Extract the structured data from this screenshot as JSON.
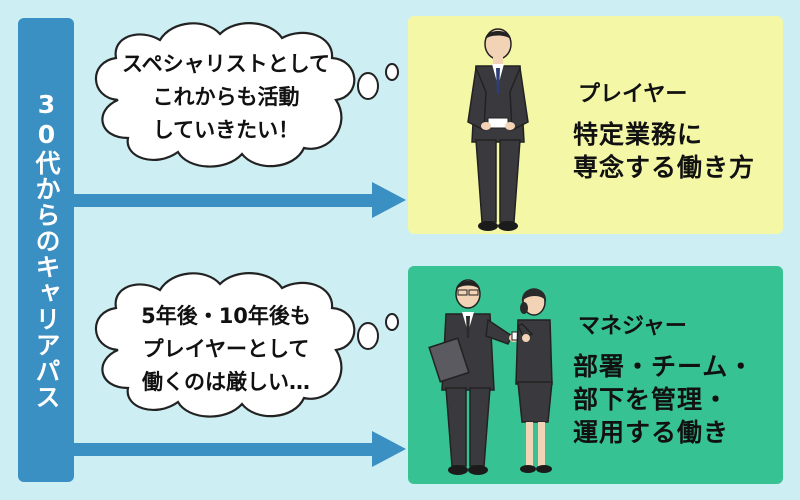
{
  "sidebar": {
    "label": "30代からのキャリアパス"
  },
  "bubbles": {
    "upper": {
      "lines": [
        "スペシャリストとして",
        "これからも活動",
        "していきたい！"
      ]
    },
    "lower": {
      "lines": [
        "5年後・10年後も",
        "プレイヤーとして",
        "働くのは厳しい…"
      ]
    }
  },
  "panels": {
    "player": {
      "title": "プレイヤー",
      "desc_lines": [
        "特定業務に",
        "専念する働き方"
      ]
    },
    "manager": {
      "title": "マネジャー",
      "desc_lines": [
        "部署・チーム・",
        "部下を管理・",
        "運用する働き"
      ]
    }
  },
  "colors": {
    "background": "#cdeef2",
    "sidebar": "#3a8fc3",
    "arrow": "#3a8fc3",
    "player_panel": "#f4f8a6",
    "manager_panel": "#37c293",
    "suit": "#3a3a3e"
  }
}
